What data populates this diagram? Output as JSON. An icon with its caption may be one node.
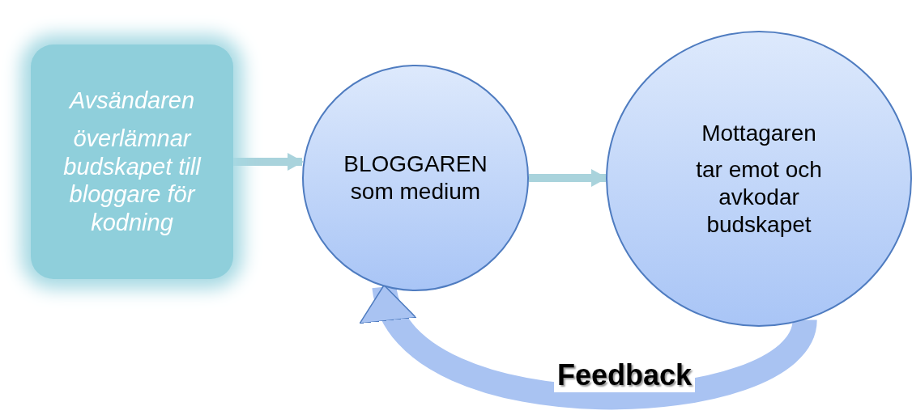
{
  "diagram": {
    "nodes": [
      {
        "text": [
          "Avsändaren",
          "överlämnar budskapet till bloggare för kodning"
        ]
      },
      {
        "text": [
          "BLOGGAREN som medium"
        ]
      },
      {
        "text": [
          "Mottagaren",
          "tar emot och avkodar budskapet"
        ]
      }
    ],
    "edges": [
      {
        "from": 0,
        "to": 1,
        "arrow": "to"
      },
      {
        "from": 1,
        "to": 2,
        "arrow": "to"
      },
      {
        "from": 2,
        "to": 1,
        "arrow": "to",
        "label": "Feedback",
        "style": "thick"
      }
    ]
  }
}
